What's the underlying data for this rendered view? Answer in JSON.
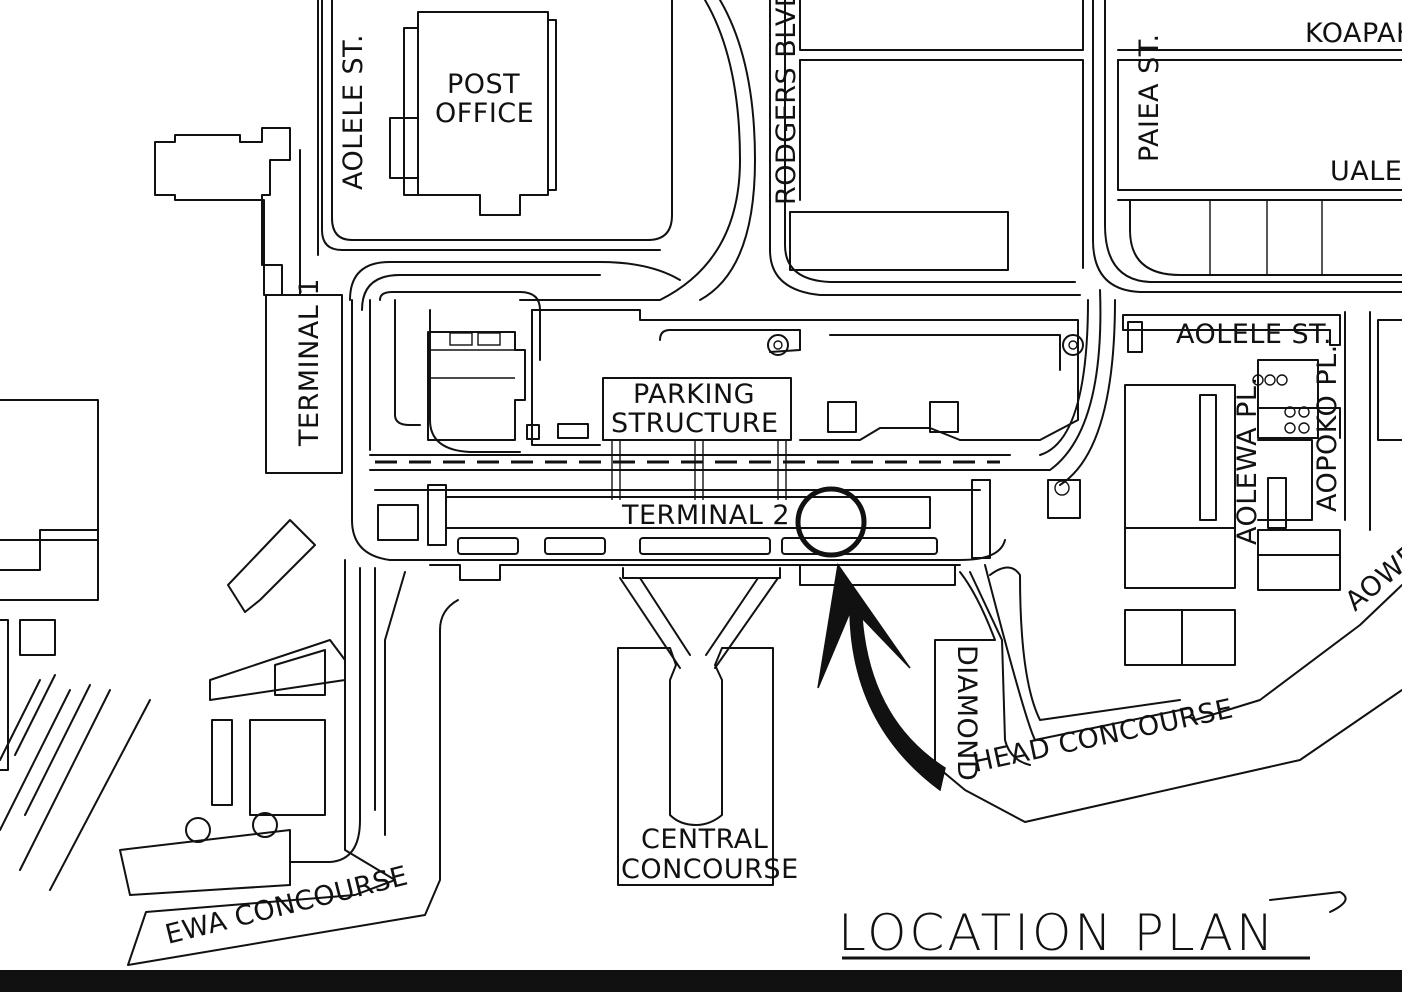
{
  "plan": {
    "title": "LOCATION PLAN",
    "labels": {
      "post_office_l1": "POST",
      "post_office_l2": "OFFICE",
      "aolele_st_north": "AOLELE ST.",
      "rodgers_blvd": "RODGERS BLVD",
      "paiea_st": "PAIEA ST.",
      "koapaka": "KOAPAK",
      "ualena": "UALEN",
      "terminal_1": "TERMINAL 1",
      "parking_l1": "PARKING",
      "parking_l2": "STRUCTURE",
      "terminal_2": "TERMINAL 2",
      "aolele_st_east": "AOLELE ST.",
      "aolewa_pl": "AOLEWA PL.",
      "aopoko_pl": "AOPOKO PL.",
      "aowena": "AOWEN",
      "diamond": "DIAMOND",
      "head_concourse": "HEAD CONCOURSE",
      "central_l1": "CENTRAL",
      "central_l2": "CONCOURSE",
      "ewa_concourse": "EWA CONCOURSE"
    },
    "colors": {
      "ink": "#111111",
      "paper": "#ffffff"
    }
  }
}
